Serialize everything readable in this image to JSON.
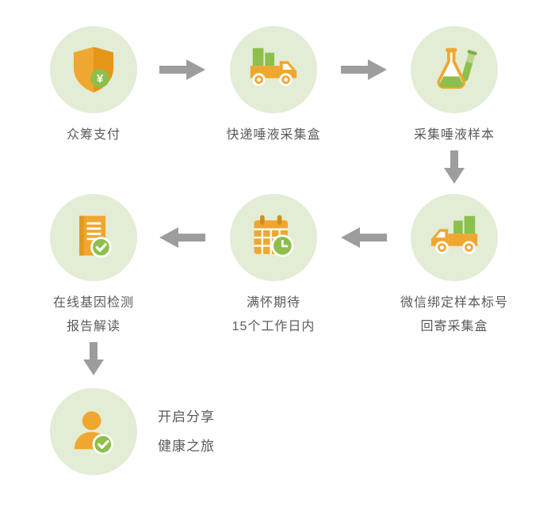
{
  "palette": {
    "background": "#ffffff",
    "circle_bg": "#e3ecd4",
    "orange": "#f0a72f",
    "orange_dark": "#e59518",
    "green": "#8cbf4c",
    "green_light": "#b9d689",
    "arrow_gray": "#9d9d9d",
    "text": "#5b5b5b"
  },
  "steps": [
    {
      "id": "crowdfund-payment",
      "icon": "shield-yen-icon",
      "badge_text": "¥",
      "label_lines": [
        "众筹支付"
      ]
    },
    {
      "id": "mail-collection-kit",
      "icon": "delivery-truck-icon",
      "label_lines": [
        "快递唾液采集盒"
      ]
    },
    {
      "id": "collect-saliva",
      "icon": "flask-test-tube-icon",
      "label_lines": [
        "采集唾液样本"
      ]
    },
    {
      "id": "bind-and-return-kit",
      "icon": "return-truck-icon",
      "label_lines": [
        "微信绑定样本标号",
        "回寄采集盒"
      ]
    },
    {
      "id": "waiting-period",
      "icon": "calendar-clock-icon",
      "label_lines": [
        "满怀期待",
        "15个工作日内"
      ]
    },
    {
      "id": "online-report",
      "icon": "document-check-icon",
      "label_lines": [
        "在线基因检测",
        "报告解读"
      ]
    },
    {
      "id": "share-journey",
      "icon": "person-check-icon",
      "label_lines": [
        "开启分享",
        "健康之旅"
      ]
    }
  ]
}
